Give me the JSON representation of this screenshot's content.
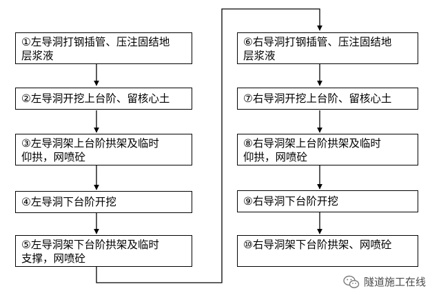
{
  "flowchart": {
    "left_steps": [
      {
        "id": 1,
        "text": "①左导洞打钢插管、压注固结地\n层浆液"
      },
      {
        "id": 2,
        "text": "②左导洞开挖上台阶、留核心土"
      },
      {
        "id": 3,
        "text": "③左导洞架上台阶拱架及临时\n仰拱，网喷砼"
      },
      {
        "id": 4,
        "text": "④左导洞下台阶开挖"
      },
      {
        "id": 5,
        "text": "⑤左导洞架下台阶拱架及临时\n支撑，网喷砼"
      }
    ],
    "right_steps": [
      {
        "id": 6,
        "text": "⑥右导洞打钢插管、压注固结地\n层浆液"
      },
      {
        "id": 7,
        "text": "⑦右导洞开挖上台阶、留核心土"
      },
      {
        "id": 8,
        "text": "⑧右导洞架上台阶拱架及临时\n仰拱，网喷砼"
      },
      {
        "id": 9,
        "text": "⑨右导洞下台阶开挖"
      },
      {
        "id": 10,
        "text": "⑩右导洞架下台阶拱架、网喷砼"
      }
    ]
  },
  "watermark": {
    "text": "隧道施工在线",
    "icon": "wechat-icon"
  },
  "colors": {
    "line": "#000000",
    "box_border": "#000000",
    "text": "#000000",
    "watermark_text": "#4a4a4a",
    "watermark_icon": "#7a7a7a"
  }
}
